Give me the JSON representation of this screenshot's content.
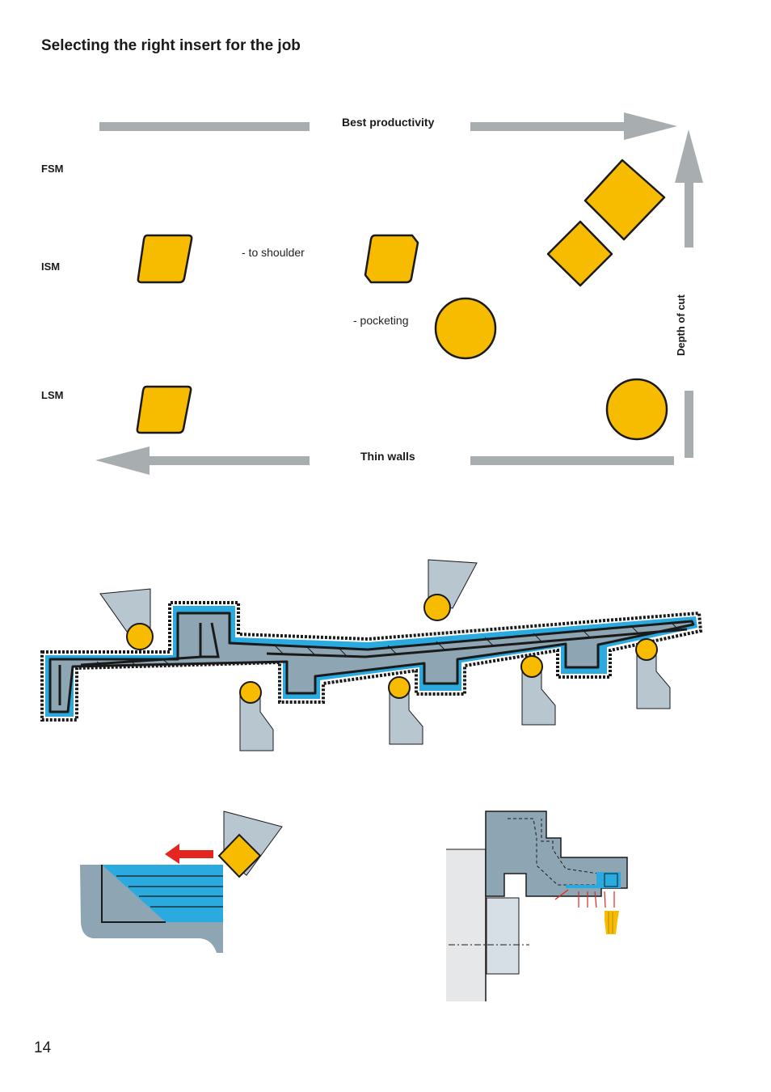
{
  "page": {
    "title": "Selecting the right insert for the job",
    "page_number": "14"
  },
  "selector": {
    "top_axis_label": "Best productivity",
    "bottom_axis_label": "Thin walls",
    "right_axis_label": "Depth of cut",
    "rows": [
      "FSM",
      "ISM",
      "LSM"
    ],
    "notes": {
      "shoulder": "- to shoulder",
      "pocketing": "- pocketing"
    }
  },
  "colors": {
    "insert_fill": "#f7bc00",
    "arrow_grey": "#a8adb0",
    "workpiece_blue": "#2aaadf",
    "workpiece_grey": "#8ea6b3",
    "tool_holder": "#b8c6cf",
    "feed_arrow_red": "#e52520"
  },
  "icons": {
    "productivity_arrow": "arrow-right",
    "thin_walls_arrow": "arrow-left",
    "depth_arrow": "arrow-up",
    "feed_arrow": "arrow-left"
  }
}
